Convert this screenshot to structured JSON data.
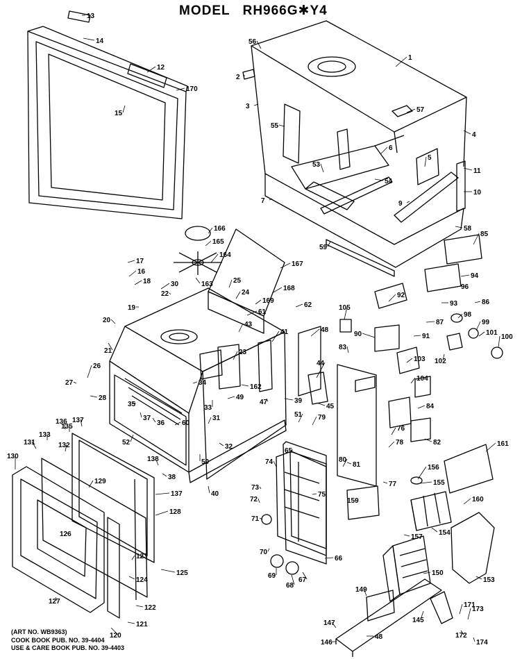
{
  "title": {
    "prefix": "MODEL",
    "model": "RH966G✱Y4"
  },
  "footer": [
    "(ART NO. WB9363)",
    "COOK BOOK PUB. NO. 39-4404",
    "USE & CARE BOOK PUB. NO. 39-4403"
  ],
  "parts": [
    {
      "id": "p13",
      "label": "13"
    },
    {
      "id": "p14",
      "label": "14"
    },
    {
      "id": "p12",
      "label": "12"
    },
    {
      "id": "p170",
      "label": "170"
    },
    {
      "id": "p15",
      "label": "15"
    },
    {
      "id": "p56",
      "label": "56"
    },
    {
      "id": "p1",
      "label": "1"
    },
    {
      "id": "p2",
      "label": "2"
    },
    {
      "id": "p3",
      "label": "3"
    },
    {
      "id": "p57",
      "label": "57"
    },
    {
      "id": "p55",
      "label": "55"
    },
    {
      "id": "p4",
      "label": "4"
    },
    {
      "id": "p6",
      "label": "6"
    },
    {
      "id": "p5",
      "label": "5"
    },
    {
      "id": "p53",
      "label": "53"
    },
    {
      "id": "p11",
      "label": "11"
    },
    {
      "id": "p54",
      "label": "54"
    },
    {
      "id": "p10",
      "label": "10"
    },
    {
      "id": "p7",
      "label": "7"
    },
    {
      "id": "p9",
      "label": "9"
    },
    {
      "id": "p58",
      "label": "58"
    },
    {
      "id": "p166",
      "label": "166"
    },
    {
      "id": "p85",
      "label": "85"
    },
    {
      "id": "p59",
      "label": "59"
    },
    {
      "id": "p165",
      "label": "165"
    },
    {
      "id": "p164",
      "label": "164"
    },
    {
      "id": "p17",
      "label": "17"
    },
    {
      "id": "p167",
      "label": "167"
    },
    {
      "id": "p94",
      "label": "94"
    },
    {
      "id": "p16",
      "label": "16"
    },
    {
      "id": "p163",
      "label": "163"
    },
    {
      "id": "p18",
      "label": "18"
    },
    {
      "id": "p30",
      "label": "30"
    },
    {
      "id": "p25",
      "label": "25"
    },
    {
      "id": "p96",
      "label": "96"
    },
    {
      "id": "p168",
      "label": "168"
    },
    {
      "id": "p22",
      "label": "22"
    },
    {
      "id": "p24",
      "label": "24"
    },
    {
      "id": "p92",
      "label": "92"
    },
    {
      "id": "p93",
      "label": "93"
    },
    {
      "id": "p86",
      "label": "86"
    },
    {
      "id": "p169",
      "label": "169"
    },
    {
      "id": "p62",
      "label": "62"
    },
    {
      "id": "p19",
      "label": "19"
    },
    {
      "id": "p105",
      "label": "105"
    },
    {
      "id": "p61",
      "label": "61"
    },
    {
      "id": "p98",
      "label": "98"
    },
    {
      "id": "p87",
      "label": "87"
    },
    {
      "id": "p99",
      "label": "99"
    },
    {
      "id": "p20",
      "label": "20"
    },
    {
      "id": "p43",
      "label": "43"
    },
    {
      "id": "p48",
      "label": "48"
    },
    {
      "id": "p91",
      "label": "91"
    },
    {
      "id": "p101",
      "label": "101"
    },
    {
      "id": "p100",
      "label": "100"
    },
    {
      "id": "p21",
      "label": "21"
    },
    {
      "id": "p23",
      "label": "23"
    },
    {
      "id": "p41",
      "label": "41"
    },
    {
      "id": "p90",
      "label": "90"
    },
    {
      "id": "p83",
      "label": "83"
    },
    {
      "id": "p102",
      "label": "102"
    },
    {
      "id": "p26",
      "label": "26"
    },
    {
      "id": "p103",
      "label": "103"
    },
    {
      "id": "p44",
      "label": "44"
    },
    {
      "id": "p27",
      "label": "27"
    },
    {
      "id": "p34",
      "label": "34"
    },
    {
      "id": "p162",
      "label": "162"
    },
    {
      "id": "p104",
      "label": "104"
    },
    {
      "id": "p28",
      "label": "28"
    },
    {
      "id": "p33",
      "label": "33"
    },
    {
      "id": "p49",
      "label": "49"
    },
    {
      "id": "p47",
      "label": "47"
    },
    {
      "id": "p39",
      "label": "39"
    },
    {
      "id": "p45",
      "label": "45"
    },
    {
      "id": "p35",
      "label": "35"
    },
    {
      "id": "p37",
      "label": "37"
    },
    {
      "id": "p84",
      "label": "84"
    },
    {
      "id": "p137a",
      "label": "137"
    },
    {
      "id": "p51",
      "label": "51"
    },
    {
      "id": "p79",
      "label": "79"
    },
    {
      "id": "p65",
      "label": "65"
    },
    {
      "id": "p136",
      "label": "136"
    },
    {
      "id": "p135",
      "label": "135"
    },
    {
      "id": "p36",
      "label": "36"
    },
    {
      "id": "p31",
      "label": "31"
    },
    {
      "id": "p60",
      "label": "60"
    },
    {
      "id": "p161",
      "label": "161"
    },
    {
      "id": "p52",
      "label": "52"
    },
    {
      "id": "p32",
      "label": "32"
    },
    {
      "id": "p131",
      "label": "131"
    },
    {
      "id": "p133",
      "label": "133"
    },
    {
      "id": "p132",
      "label": "132"
    },
    {
      "id": "p82",
      "label": "82"
    },
    {
      "id": "p76",
      "label": "76"
    },
    {
      "id": "p50",
      "label": "50"
    },
    {
      "id": "p78",
      "label": "78"
    },
    {
      "id": "p130",
      "label": "130"
    },
    {
      "id": "p138",
      "label": "138"
    },
    {
      "id": "p38",
      "label": "38"
    },
    {
      "id": "p80",
      "label": "80"
    },
    {
      "id": "p81",
      "label": "81"
    },
    {
      "id": "p156",
      "label": "156"
    },
    {
      "id": "p74",
      "label": "74"
    },
    {
      "id": "p77",
      "label": "77"
    },
    {
      "id": "p155",
      "label": "155"
    },
    {
      "id": "p129",
      "label": "129"
    },
    {
      "id": "p137b",
      "label": "137"
    },
    {
      "id": "p40",
      "label": "40"
    },
    {
      "id": "p73",
      "label": "73"
    },
    {
      "id": "p75",
      "label": "75"
    },
    {
      "id": "p160",
      "label": "160"
    },
    {
      "id": "p72",
      "label": "72"
    },
    {
      "id": "p159",
      "label": "159"
    },
    {
      "id": "p128",
      "label": "128"
    },
    {
      "id": "p71",
      "label": "71"
    },
    {
      "id": "p154",
      "label": "154"
    },
    {
      "id": "p126",
      "label": "126"
    },
    {
      "id": "p157",
      "label": "157"
    },
    {
      "id": "p70",
      "label": "70"
    },
    {
      "id": "p66",
      "label": "66"
    },
    {
      "id": "p123",
      "label": "123"
    },
    {
      "id": "p125",
      "label": "125"
    },
    {
      "id": "p150",
      "label": "150"
    },
    {
      "id": "p153",
      "label": "153"
    },
    {
      "id": "p124",
      "label": "124"
    },
    {
      "id": "p69",
      "label": "69"
    },
    {
      "id": "p68",
      "label": "68"
    },
    {
      "id": "p67",
      "label": "67"
    },
    {
      "id": "p127",
      "label": "127"
    },
    {
      "id": "p149",
      "label": "149"
    },
    {
      "id": "p122",
      "label": "122"
    },
    {
      "id": "p121",
      "label": "121"
    },
    {
      "id": "p171",
      "label": "171"
    },
    {
      "id": "p173",
      "label": "173"
    },
    {
      "id": "p145",
      "label": "145"
    },
    {
      "id": "p120",
      "label": "120"
    },
    {
      "id": "p147",
      "label": "147"
    },
    {
      "id": "p172",
      "label": "172"
    },
    {
      "id": "p174",
      "label": "174"
    },
    {
      "id": "p146",
      "label": "146"
    },
    {
      "id": "p48b",
      "label": "48"
    }
  ]
}
